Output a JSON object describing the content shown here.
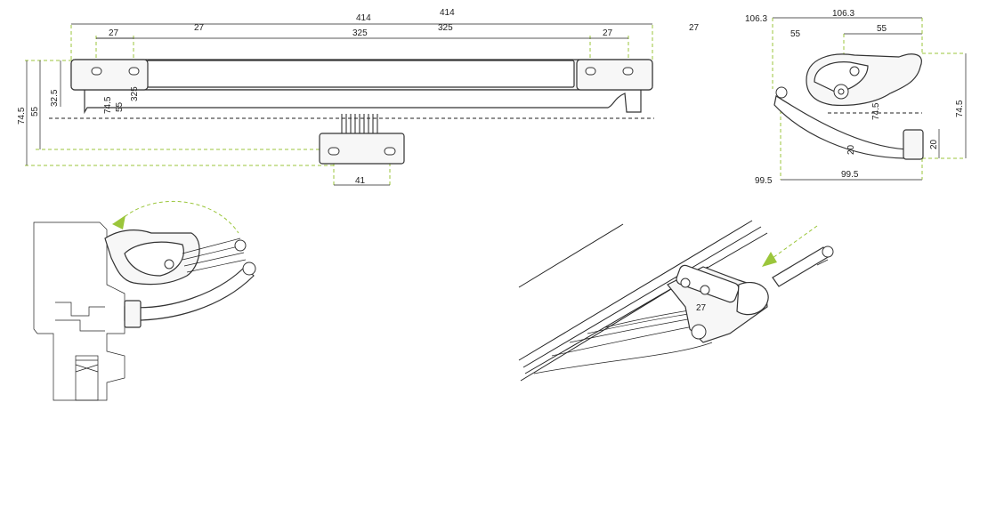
{
  "front_view": {
    "dim_total_top": "414",
    "dim_total_mid": "414",
    "dim_hole_left": "27",
    "dim_hole_mid_left": "27",
    "dim_hole_span": "325",
    "dim_hole_span_right": "325",
    "dim_hole_right": "27",
    "dim_outer_right": "27",
    "dim_height_total": "74.5",
    "dim_height_55": "55",
    "dim_height_325": "32.5",
    "dim_vert_325": "325",
    "dim_vert_745": "74.5",
    "dim_vert_55": "55",
    "dim_bracket": "41"
  },
  "side_view": {
    "dim_top_left": "106.3",
    "dim_top": "106.3",
    "dim_55_left": "55",
    "dim_55": "55",
    "dim_right_745": "74.5",
    "dim_inner_74": "74.5",
    "dim_20_arm": "20",
    "dim_20": "20",
    "dim_bottom_left": "99.5",
    "dim_bottom": "99.5"
  },
  "iso_view": {
    "dim_label": "27"
  },
  "colors": {
    "accent_green": "#9bc63b",
    "line": "#222222"
  }
}
